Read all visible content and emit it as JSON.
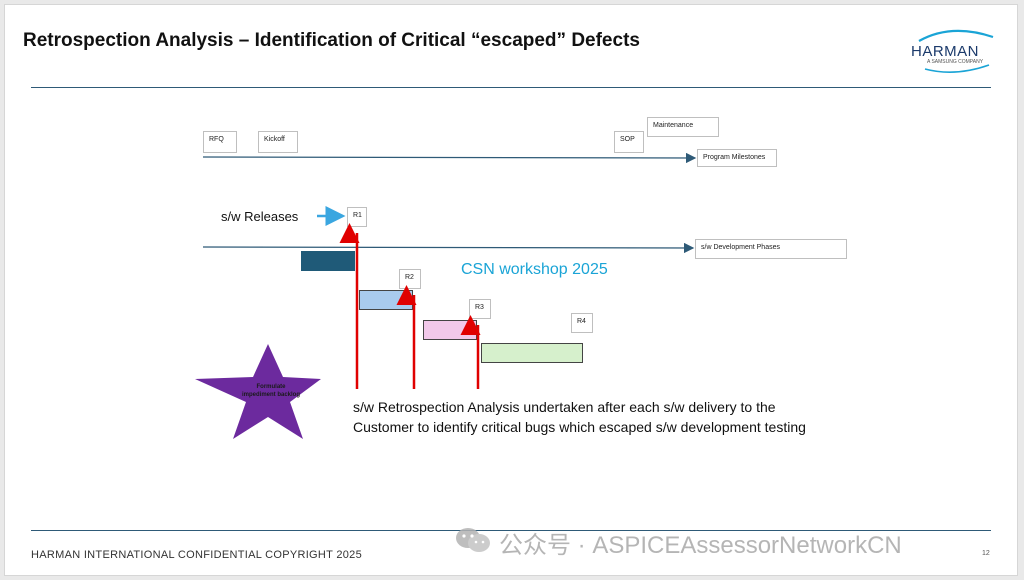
{
  "slide": {
    "title": "Retrospection Analysis – Identification of Critical “escaped” Defects",
    "logo": {
      "name": "HARMAN",
      "tagline": "A SAMSUNG COMPANY"
    },
    "footer": "HARMAN INTERNATIONAL CONFIDENTIAL COPYRIGHT 2025",
    "page_number": "12",
    "watermark": "公众号 · ASPICEAssessorNetworkCN"
  },
  "diagram": {
    "milestones": [
      "RFQ",
      "Kickoff",
      "SOP",
      "Maintenance"
    ],
    "milestones_axis_label": "Program Milestones",
    "releases_label": "s/w Releases",
    "releases": [
      "R1",
      "R2",
      "R3",
      "R4"
    ],
    "phases_axis_label": "s/w Development Phases",
    "workshop_label": "CSN workshop 2025",
    "star_text": "Formulate impediment backlog",
    "description": "s/w Retrospection Analysis undertaken after each s/w delivery to the Customer to identify critical bugs which escaped s/w development testing",
    "colors": {
      "phase1": "#1f5a78",
      "phase2": "#a9cbee",
      "phase3": "#f2c9ea",
      "phase4": "#d6f0cc",
      "release_arrow": "#e00000",
      "star": "#6c2a9e",
      "workshop_text": "#1aa4d6",
      "timeline": "#2e5a77"
    }
  }
}
